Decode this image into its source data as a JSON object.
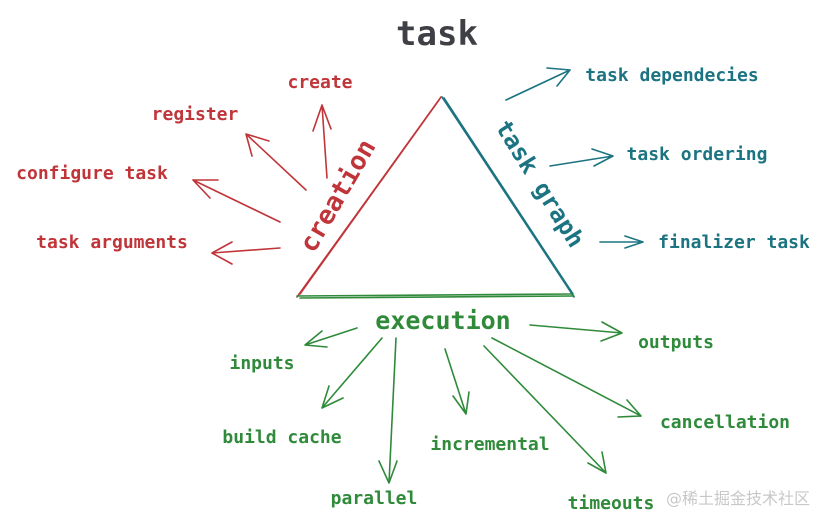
{
  "title": "task",
  "colors": {
    "title": "#3f4045",
    "creation": "#c0353a",
    "graph": "#1c7382",
    "execution": "#2f8a3a",
    "watermark": "#c8c8c8"
  },
  "creation": {
    "edge_label": "creation",
    "items": [
      "create",
      "register",
      "configure task",
      "task arguments"
    ]
  },
  "task_graph": {
    "edge_label": "task graph",
    "items": [
      "task dependecies",
      "task ordering",
      "finalizer task"
    ]
  },
  "execution": {
    "edge_label": "execution",
    "items": [
      "inputs",
      "build cache",
      "parallel",
      "incremental",
      "timeouts",
      "cancellation",
      "outputs"
    ]
  },
  "watermark": "@稀土掘金技术社区"
}
